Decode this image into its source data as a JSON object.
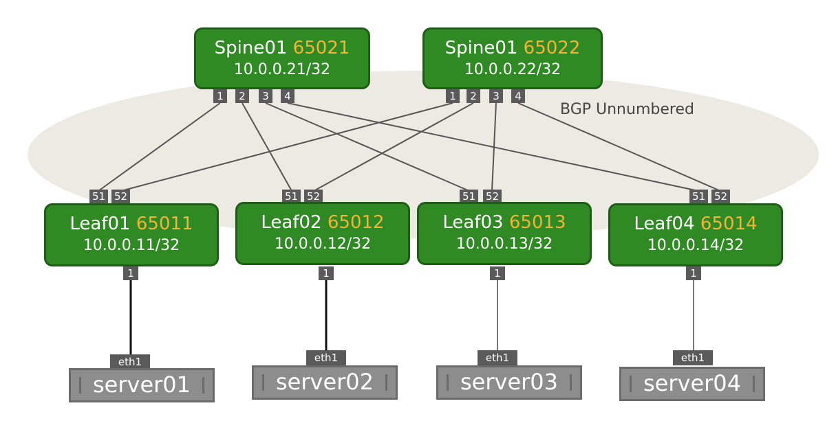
{
  "cloud_label": "BGP Unnumbered",
  "colors": {
    "node_fill": "#2f8a24",
    "asn": "#f5b235",
    "port": "#5a5a5a",
    "server": "#8d8d8d",
    "cloud": "#eceae3"
  },
  "spines": [
    {
      "name": "Spine01",
      "asn": "65021",
      "ip": "10.0.0.21/32",
      "ports": [
        "1",
        "2",
        "3",
        "4"
      ]
    },
    {
      "name": "Spine01",
      "asn": "65022",
      "ip": "10.0.0.22/32",
      "ports": [
        "1",
        "2",
        "3",
        "4"
      ]
    }
  ],
  "leaves": [
    {
      "name": "Leaf01",
      "asn": "65011",
      "ip": "10.0.0.11/32",
      "uplinks": [
        "51",
        "52"
      ],
      "downlink": "1"
    },
    {
      "name": "Leaf02",
      "asn": "65012",
      "ip": "10.0.0.12/32",
      "uplinks": [
        "51",
        "52"
      ],
      "downlink": "1"
    },
    {
      "name": "Leaf03",
      "asn": "65013",
      "ip": "10.0.0.13/32",
      "uplinks": [
        "51",
        "52"
      ],
      "downlink": "1"
    },
    {
      "name": "Leaf04",
      "asn": "65014",
      "ip": "10.0.0.14/32",
      "uplinks": [
        "51",
        "52"
      ],
      "downlink": "1"
    }
  ],
  "servers": [
    {
      "name": "server01",
      "port": "eth1"
    },
    {
      "name": "server02",
      "port": "eth1"
    },
    {
      "name": "server03",
      "port": "eth1"
    },
    {
      "name": "server04",
      "port": "eth1"
    }
  ]
}
